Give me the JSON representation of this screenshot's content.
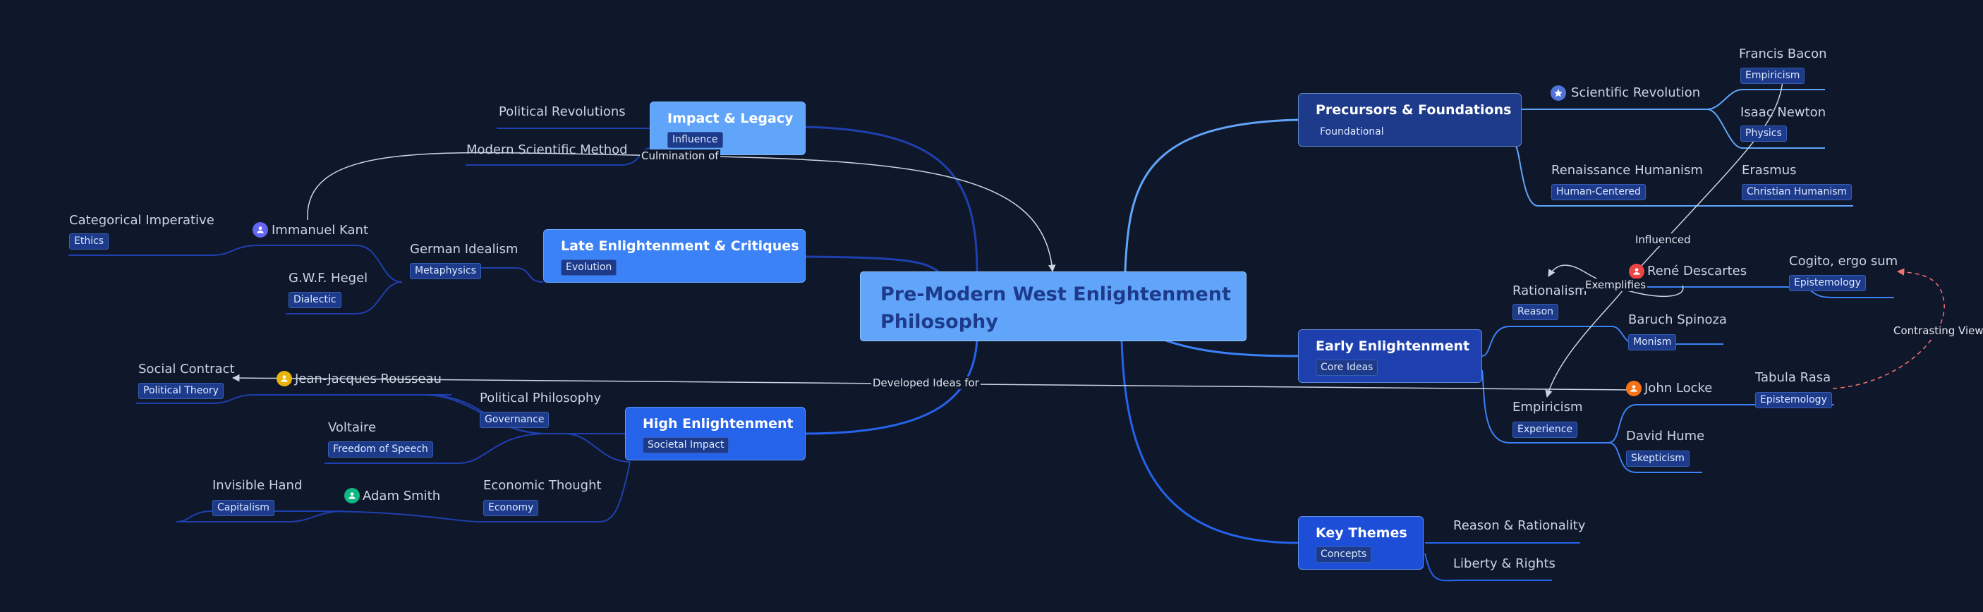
{
  "root": {
    "line1": "Pre-Modern West Enlightenment",
    "line2": "Philosophy"
  },
  "branches": {
    "precursors": {
      "title": "Precursors & Foundations",
      "tag": "Foundational"
    },
    "early": {
      "title": "Early Enlightenment",
      "tag": "Core Ideas"
    },
    "themes": {
      "title": "Key Themes",
      "tag": "Concepts"
    },
    "impact": {
      "title": "Impact & Legacy",
      "tag": "Influence"
    },
    "late": {
      "title": "Late Enlightenment & Critiques",
      "tag": "Evolution"
    },
    "high": {
      "title": "High Enlightenment",
      "tag": "Societal Impact"
    }
  },
  "nodes": {
    "scientific_revolution": "Scientific Revolution",
    "francis_bacon": {
      "label": "Francis Bacon",
      "tag": "Empiricism"
    },
    "isaac_newton": {
      "label": "Isaac Newton",
      "tag": "Physics"
    },
    "renaissance_humanism": {
      "label": "Renaissance Humanism",
      "tag": "Human-Centered"
    },
    "erasmus": {
      "label": "Erasmus",
      "tag": "Christian Humanism"
    },
    "rationalism": {
      "label": "Rationalism",
      "tag": "Reason"
    },
    "descartes": "René Descartes",
    "cogito": {
      "label": "Cogito, ergo sum",
      "tag": "Epistemology"
    },
    "spinoza": {
      "label": "Baruch Spinoza",
      "tag": "Monism"
    },
    "empiricism": {
      "label": "Empiricism",
      "tag": "Experience"
    },
    "locke": "John Locke",
    "tabula_rasa": {
      "label": "Tabula Rasa",
      "tag": "Epistemology"
    },
    "hume": {
      "label": "David Hume",
      "tag": "Skepticism"
    },
    "reason": "Reason & Rationality",
    "liberty": "Liberty & Rights",
    "political_revolutions": "Political Revolutions",
    "modern_scientific_method": "Modern Scientific Method",
    "german_idealism": {
      "label": "German Idealism",
      "tag": "Metaphysics"
    },
    "kant": "Immanuel Kant",
    "categorical_imperative": {
      "label": "Categorical Imperative",
      "tag": "Ethics"
    },
    "hegel": {
      "label": "G.W.F. Hegel",
      "tag": "Dialectic"
    },
    "political_philosophy": {
      "label": "Political Philosophy",
      "tag": "Governance"
    },
    "rousseau": "Jean-Jacques Rousseau",
    "social_contract": {
      "label": "Social Contract",
      "tag": "Political Theory"
    },
    "voltaire": {
      "label": "Voltaire",
      "tag": "Freedom of Speech"
    },
    "economic_thought": {
      "label": "Economic Thought",
      "tag": "Economy"
    },
    "adam_smith": "Adam Smith",
    "invisible_hand": {
      "label": "Invisible Hand",
      "tag": "Capitalism"
    }
  },
  "edge_labels": {
    "culmination": "Culmination of",
    "influenced": "Influenced",
    "exemplifies": "Exemplifies",
    "contrasting": "Contrasting View",
    "developed": "Developed Ideas for"
  },
  "icons": {
    "scientific_revolution": "star-icon",
    "person": "person-icon"
  },
  "colors": {
    "background": "#0f172a",
    "root": "#60a5fa",
    "precursors": "#1e3a8a",
    "early": "#1e40af",
    "themes": "#1d4ed8",
    "impact": "#60a5fa",
    "late": "#3b82f6",
    "high": "#2563eb",
    "descartes_avatar": "#ef4444",
    "locke_avatar": "#f97316",
    "kant_avatar": "#6366f1",
    "rousseau_avatar": "#eab308",
    "smith_avatar": "#10b981",
    "contrast_line": "#f87171"
  }
}
